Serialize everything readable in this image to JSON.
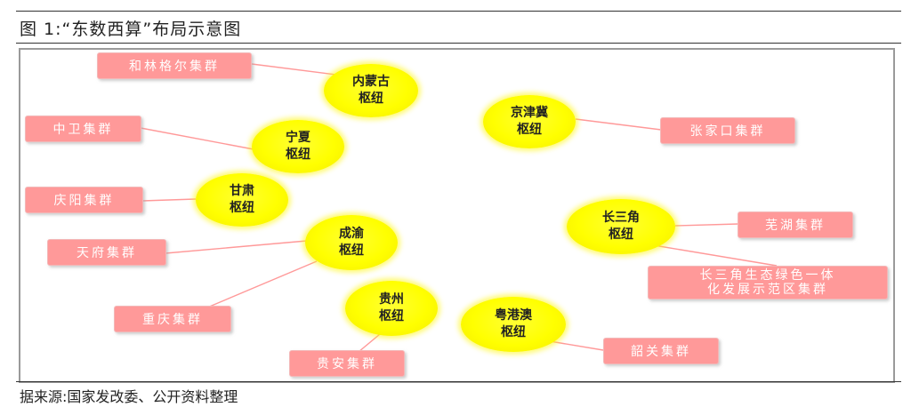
{
  "figure": {
    "title": "图 1:“东数西算”布局示意图",
    "source": "据来源:国家发改委、公开资料整理"
  },
  "hubs": {
    "neimenggu": {
      "line1": "内蒙古",
      "line2": "枢纽"
    },
    "jingjinji": {
      "line1": "京津冀",
      "line2": "枢纽"
    },
    "ningxia": {
      "line1": "宁夏",
      "line2": "枢纽"
    },
    "gansu": {
      "line1": "甘肃",
      "line2": "枢纽"
    },
    "chengyu": {
      "line1": "成渝",
      "line2": "枢纽"
    },
    "changsanjiao": {
      "line1": "长三角",
      "line2": "枢纽"
    },
    "guizhou": {
      "line1": "贵州",
      "line2": "枢纽"
    },
    "yuegangao": {
      "line1": "粤港澳",
      "line2": "枢纽"
    }
  },
  "clusters": {
    "helinge": "和林格尔集群",
    "zhongwei": "中卫集群",
    "qingyang": "庆阳集群",
    "tianfu": "天府集群",
    "chongqing": "重庆集群",
    "guian": "贵安集群",
    "zhangjiakou": "张家口集群",
    "wuhu": "芜湖集群",
    "csj_line1": "长三角生态绿色一体",
    "csj_line2": "化发展示范区集群",
    "shaoguan": "韶关集群"
  },
  "colors": {
    "hub_fill": "#ffff00",
    "cluster_fill": "#ff9999",
    "connector": "#ff9999",
    "frame_border": "#9a9a9a"
  }
}
